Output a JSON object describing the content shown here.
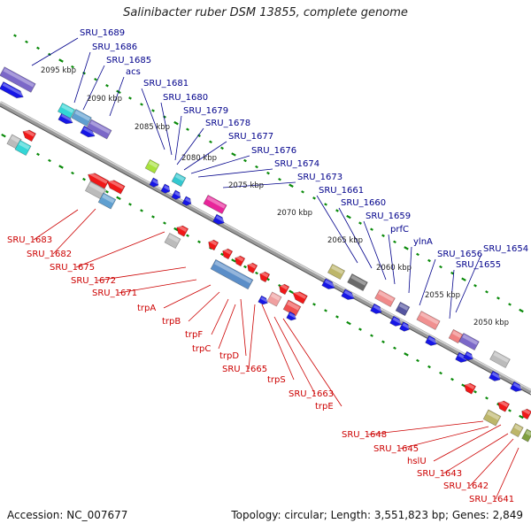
{
  "title": "Salinibacter ruber DSM 13855, complete genome",
  "accession": "Accession: NC_007677",
  "topology": "Topology: circular; Length: 3,551,823 bp; Genes: 2,849",
  "colors": {
    "forward_label": "#00008b",
    "reverse_label": "#cc0000",
    "backbone": "#8a8a8a",
    "tick": "#0a8a0a"
  },
  "kbp_markers": [
    "2095 kbp",
    "2090 kbp",
    "2085 kbp",
    "2080 kbp",
    "2075 kbp",
    "2070 kbp",
    "2065 kbp",
    "2060 kbp",
    "2055 kbp",
    "2050 kbp"
  ],
  "forward_genes": [
    "SRU_1689",
    "SRU_1686",
    "SRU_1685",
    "acs",
    "SRU_1681",
    "SRU_1680",
    "SRU_1679",
    "SRU_1678",
    "SRU_1677",
    "SRU_1676",
    "SRU_1674",
    "SRU_1673",
    "SRU_1661",
    "SRU_1660",
    "SRU_1659",
    "prfC",
    "ylnA",
    "SRU_1656",
    "SRU_1655",
    "SRU_1654"
  ],
  "reverse_genes": [
    "SRU_1683",
    "SRU_1682",
    "SRU_1675",
    "SRU_1672",
    "SRU_1671",
    "trpA",
    "trpB",
    "trpF",
    "trpC",
    "trpD",
    "SRU_1665",
    "trpS",
    "SRU_1663",
    "trpE",
    "SRU_1648",
    "SRU_1645",
    "hslU",
    "SRU_1643",
    "SRU_1642",
    "SRU_1641"
  ]
}
